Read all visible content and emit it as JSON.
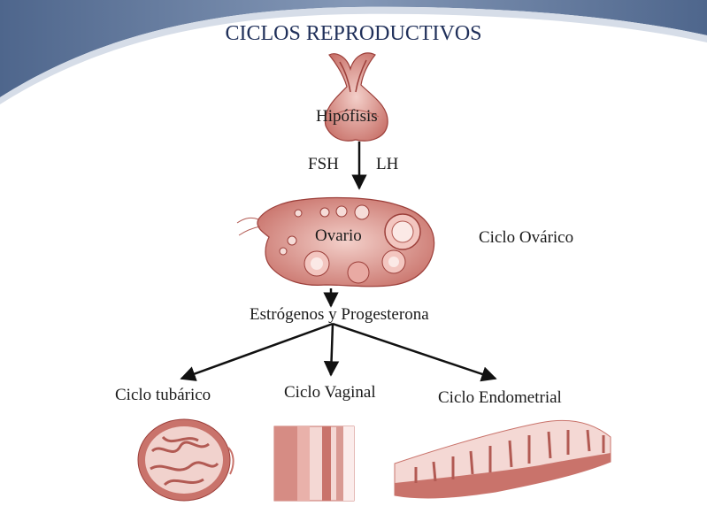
{
  "title": "CICLOS REPRODUCTIVOS",
  "nodes": {
    "hipofisis": "Hipófisis",
    "fsh": "FSH",
    "lh": "LH",
    "ovario": "Ovario",
    "ciclo_ovarico": "Ciclo Ovárico",
    "hormonas": "Estrógenos y Progesterona",
    "ciclo_tubarico": "Ciclo tubárico",
    "ciclo_vaginal": "Ciclo Vaginal",
    "ciclo_endometrial": "Ciclo Endometrial"
  },
  "colors": {
    "header_band": "#3b5a86",
    "tissue_light": "#e8b4ae",
    "tissue_mid": "#c9736b",
    "tissue_dark": "#9c3f3a",
    "arrow": "#111111"
  },
  "icons": [
    "pituitary-gland-illustration",
    "ovary-illustration",
    "fallopian-tube-cross-section",
    "vaginal-epithelium-section",
    "endometrium-section"
  ]
}
